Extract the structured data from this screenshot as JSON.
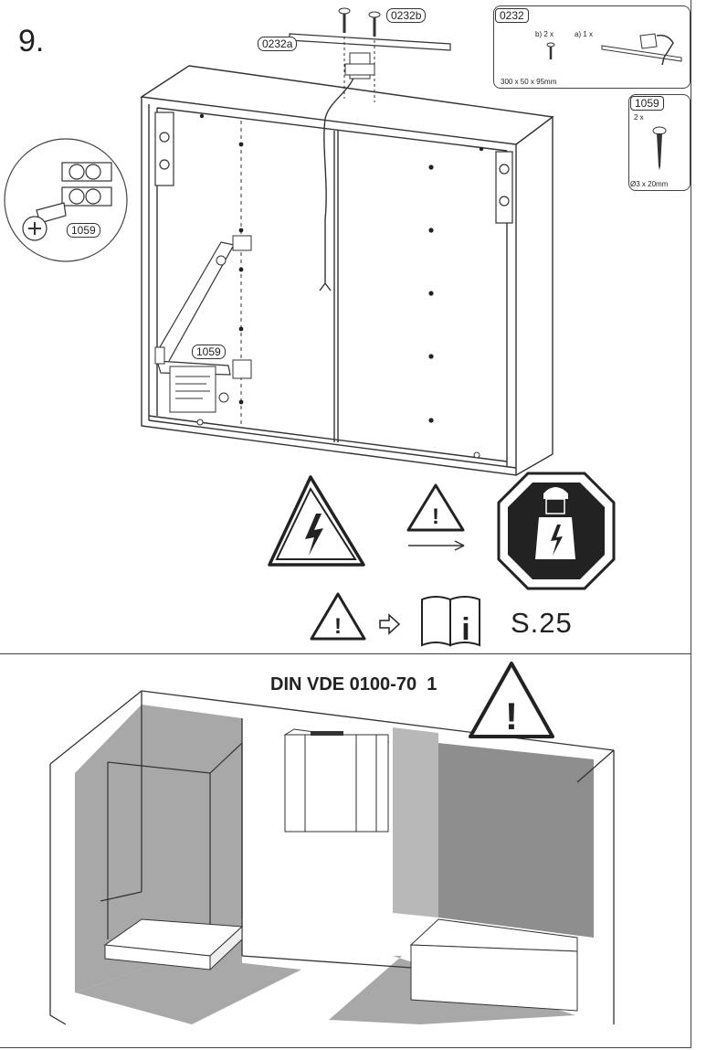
{
  "step_number": "9.",
  "parts": {
    "bracket_a": "0232a",
    "bracket_b": "0232b",
    "screw": "1059"
  },
  "detail_0232": {
    "code": "0232",
    "item_b": "b) 2 x",
    "item_a": "a) 1 x",
    "dimensions": "300 x 50 x 95mm"
  },
  "detail_1059": {
    "code": "1059",
    "qty": "2 x",
    "size": "Ø3 x 20mm"
  },
  "manual_ref": "S.25",
  "standard": "DIN VDE 0100-70",
  "standard_suffix": "1"
}
